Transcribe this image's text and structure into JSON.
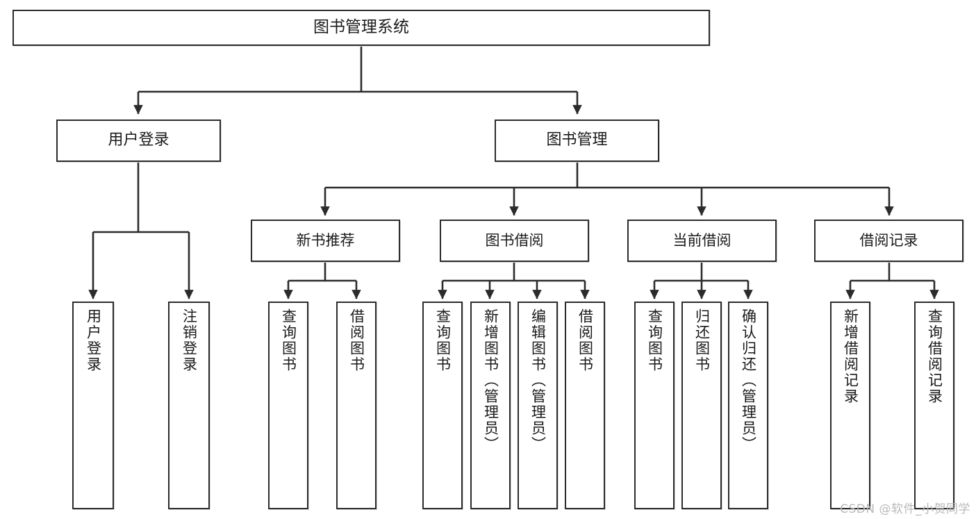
{
  "diagram": {
    "title": "图书管理系统",
    "type": "功能结构图",
    "watermark": "CSDN @软件_小贺同学",
    "colors": {
      "box_border": "#2b2b2b",
      "box_fill": "#ffffff",
      "edge": "#2b2b2b",
      "background": "#ffffff",
      "watermark": "#b9b9b9"
    },
    "nodes": {
      "root": {
        "label": "图书管理系统"
      },
      "level2": [
        {
          "id": "user-login",
          "label": "用户登录"
        },
        {
          "id": "book-manage",
          "label": "图书管理"
        }
      ],
      "level3": [
        {
          "id": "new-book-recommend",
          "label": "新书推荐"
        },
        {
          "id": "book-borrow",
          "label": "图书借阅"
        },
        {
          "id": "current-borrow",
          "label": "当前借阅"
        },
        {
          "id": "borrow-record",
          "label": "借阅记录"
        }
      ],
      "leaves": {
        "user_login": [
          {
            "id": "leaf-user-login",
            "label": "用户登录"
          },
          {
            "id": "leaf-logout-login",
            "label": "注销登录"
          }
        ],
        "new_book_recommend": [
          {
            "id": "leaf-query-book-1",
            "label": "查询图书"
          },
          {
            "id": "leaf-borrow-book-1",
            "label": "借阅图书"
          }
        ],
        "book_borrow": [
          {
            "id": "leaf-query-book-2",
            "label": "查询图书"
          },
          {
            "id": "leaf-add-book",
            "label": "新增图书（管理员）"
          },
          {
            "id": "leaf-edit-book",
            "label": "编辑图书（管理员）"
          },
          {
            "id": "leaf-borrow-book-2",
            "label": "借阅图书"
          }
        ],
        "current_borrow": [
          {
            "id": "leaf-query-book-3",
            "label": "查询图书"
          },
          {
            "id": "leaf-return-book",
            "label": "归还图书"
          },
          {
            "id": "leaf-confirm-return",
            "label": "确认归还（管理员）"
          }
        ],
        "borrow_record": [
          {
            "id": "leaf-add-record",
            "label": "新增借阅记录"
          },
          {
            "id": "leaf-query-record",
            "label": "查询借阅记录"
          }
        ]
      }
    }
  }
}
